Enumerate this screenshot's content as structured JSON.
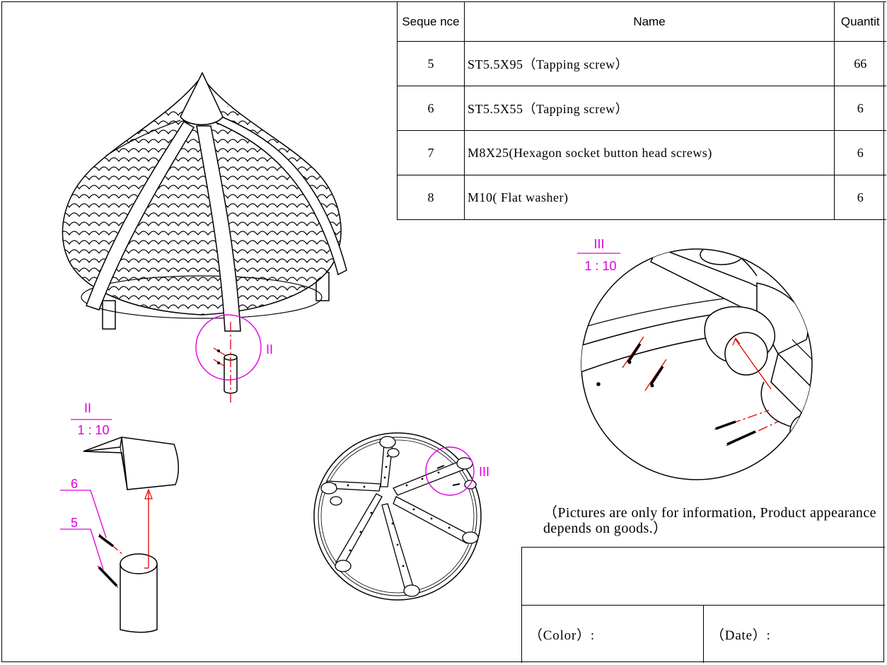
{
  "parts_table": {
    "headers": {
      "sequence": "Seque nce",
      "name": "Name",
      "quantity": "Quantit"
    },
    "rows": [
      {
        "sequence": "5",
        "name": "ST5.5X95（Tapping screw）",
        "quantity": "66"
      },
      {
        "sequence": "6",
        "name": "ST5.5X55（Tapping screw）",
        "quantity": "6"
      },
      {
        "sequence": "7",
        "name": "M8X25(Hexagon socket button head screws)",
        "quantity": "6"
      },
      {
        "sequence": "8",
        "name": "M10( Flat washer)",
        "quantity": "6"
      }
    ]
  },
  "note": "（Pictures are only for information, Product appearance depends on goods.）",
  "title_block": {
    "color_label": "（Color）:",
    "date_label": "（Date）:",
    "top_cell": ""
  },
  "detail_views": {
    "detail_2": {
      "marker": "II",
      "label": "II",
      "scale": "1 : 10"
    },
    "detail_3": {
      "marker": "III",
      "label": "III",
      "scale": "1 : 10"
    }
  },
  "callouts": {
    "part_6": "6",
    "part_5": "5"
  },
  "colors": {
    "annotation": "#e000e0",
    "leader": "#e00000",
    "line": "#000000"
  }
}
